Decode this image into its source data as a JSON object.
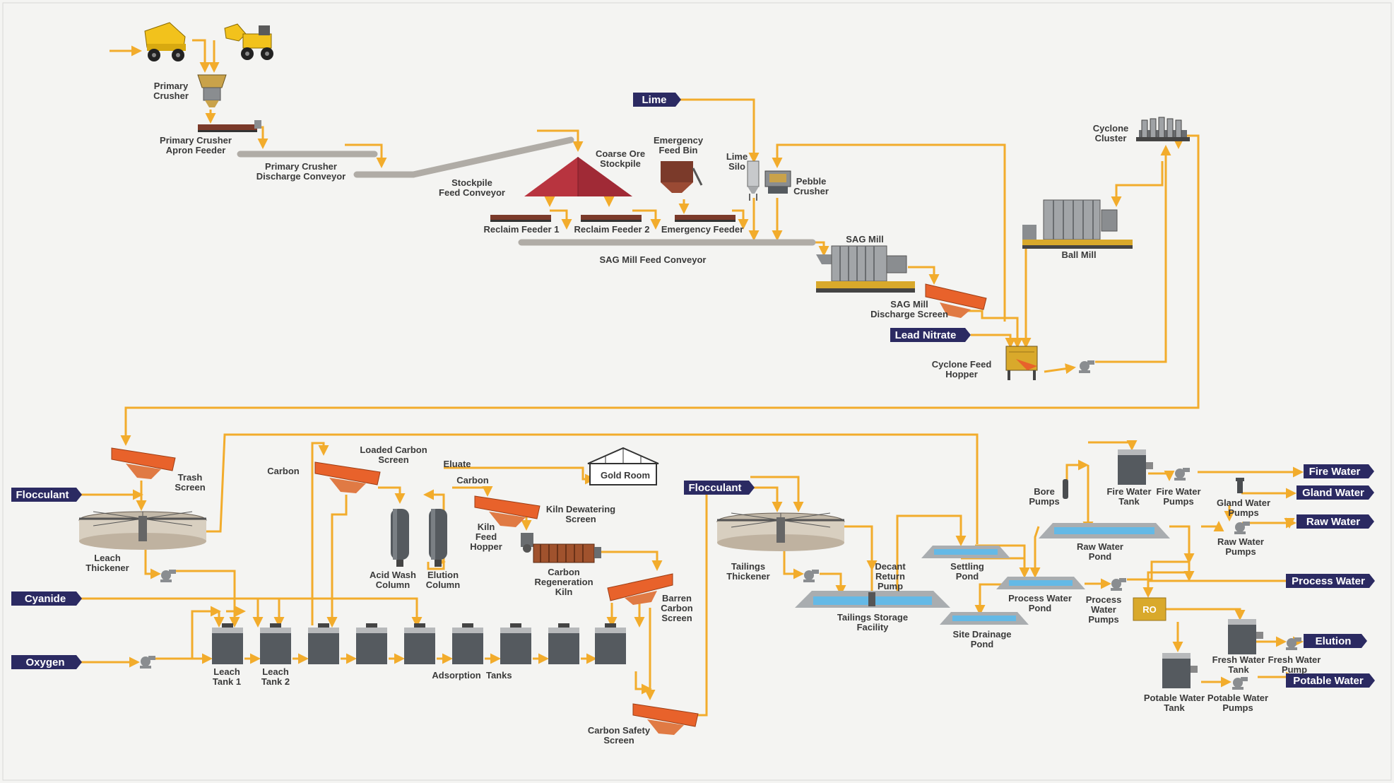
{
  "title": "",
  "colors": {
    "flow": "#f2ac2c",
    "tag_bg": "#2b2a62",
    "screen": "#e8622b",
    "stockpile": "#b8343f"
  },
  "inputs": {
    "lime": "Lime",
    "lead_nitrate": "Lead Nitrate",
    "flocculant_leach": "Flocculant",
    "flocculant_tailings": "Flocculant",
    "cyanide": "Cyanide",
    "oxygen": "Oxygen"
  },
  "outputs": {
    "fire_water": "Fire Water",
    "gland_water": "Gland Water",
    "raw_water": "Raw Water",
    "process_water": "Process Water",
    "elution": "Elution",
    "potable_water": "Potable Water"
  },
  "crushing": {
    "primary_crusher": [
      "Primary",
      "Crusher"
    ],
    "apron_feeder": [
      "Primary Crusher",
      "Apron Feeder"
    ],
    "discharge_conveyor": [
      "Primary Crusher",
      "Discharge Conveyor"
    ],
    "stockpile_feed_conveyor": [
      "Stockpile",
      "Feed Conveyor"
    ],
    "coarse_ore_stockpile": [
      "Coarse Ore",
      "Stockpile"
    ],
    "emergency_feed_bin": [
      "Emergency",
      "Feed Bin"
    ],
    "lime_silo": [
      "Lime",
      "Silo"
    ],
    "pebble_crusher": [
      "Pebble",
      "Crusher"
    ],
    "reclaim_feeder_1": "Reclaim Feeder 1",
    "reclaim_feeder_2": "Reclaim Feeder 2",
    "emergency_feeder": "Emergency Feeder",
    "sag_mill_feed_conveyor": "SAG Mill Feed Conveyor"
  },
  "grinding": {
    "sag_mill": "SAG Mill",
    "sag_mill_discharge_screen": [
      "SAG Mill",
      "Discharge Screen"
    ],
    "cyclone_cluster": [
      "Cyclone",
      "Cluster"
    ],
    "ball_mill": "Ball Mill",
    "cyclone_feed_hopper": [
      "Cyclone Feed",
      "Hopper"
    ]
  },
  "leach_cip": {
    "trash_screen": [
      "Trash",
      "Screen"
    ],
    "leach_thickener": [
      "Leach",
      "Thickener"
    ],
    "carbon": "Carbon",
    "loaded_carbon_screen": [
      "Loaded Carbon",
      "Screen"
    ],
    "eluate": "Eluate",
    "carbon2": "Carbon",
    "gold_room": "Gold Room",
    "acid_wash_column": [
      "Acid Wash",
      "Column"
    ],
    "elution_column": [
      "Elution",
      "Column"
    ],
    "kiln_feed_hopper": [
      "Kiln",
      "Feed",
      "Hopper"
    ],
    "kiln_dewatering_screen": [
      "Kiln Dewatering",
      "Screen"
    ],
    "carbon_regeneration_kiln": [
      "Carbon",
      "Regeneration",
      "Kiln"
    ],
    "barren_carbon_screen": [
      "Barren",
      "Carbon",
      "Screen"
    ],
    "leach_tank_1": [
      "Leach",
      "Tank 1"
    ],
    "leach_tank_2": [
      "Leach",
      "Tank 2"
    ],
    "adsorption_tanks": "Adsorption  Tanks",
    "carbon_safety_screen": [
      "Carbon Safety",
      "Screen"
    ]
  },
  "tailings_water": {
    "tailings_thickener": [
      "Tailings",
      "Thickener"
    ],
    "decant_return_pump": [
      "Decant",
      "Return",
      "Pump"
    ],
    "tailings_storage_facility": [
      "Tailings Storage",
      "Facility"
    ],
    "settling_pond": [
      "Settling",
      "Pond"
    ],
    "site_drainage_pond": [
      "Site Drainage",
      "Pond"
    ],
    "process_water_pond": [
      "Process Water",
      "Pond"
    ],
    "process_water_pumps": [
      "Process",
      "Water",
      "Pumps"
    ],
    "bore_pumps": [
      "Bore",
      "Pumps"
    ],
    "fire_water_tank": [
      "Fire Water",
      "Tank"
    ],
    "fire_water_pumps": [
      "Fire Water",
      "Pumps"
    ],
    "gland_water_pumps": [
      "Gland Water",
      "Pumps"
    ],
    "raw_water_pond": [
      "Raw Water",
      "Pond"
    ],
    "raw_water_pumps": [
      "Raw Water",
      "Pumps"
    ],
    "ro": "RO",
    "fresh_water_tank": [
      "Fresh Water",
      "Tank"
    ],
    "fresh_water_pump": [
      "Fresh Water",
      "Pump"
    ],
    "potable_water_tank": [
      "Potable Water",
      "Tank"
    ],
    "potable_water_pumps": [
      "Potable Water",
      "Pumps"
    ]
  }
}
